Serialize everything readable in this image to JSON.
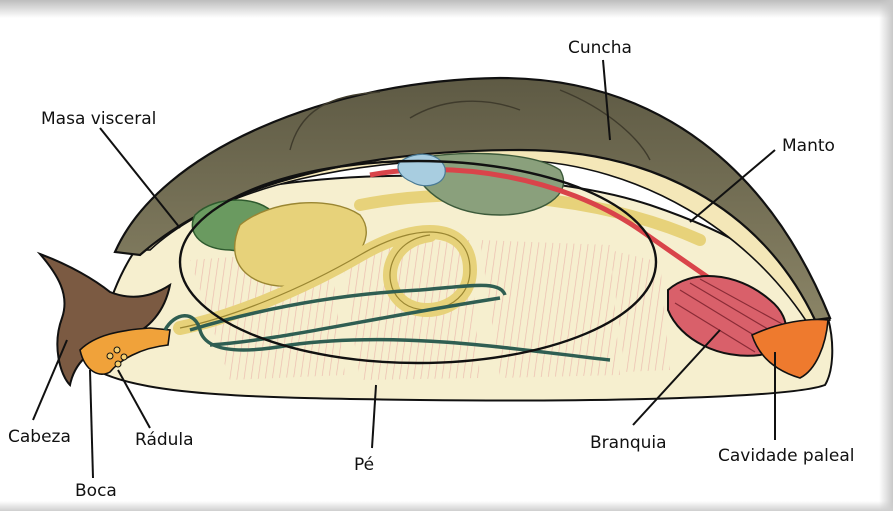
{
  "labels": {
    "cuncha": "Cuncha",
    "masa_visceral": "Masa visceral",
    "manto": "Manto",
    "cabeza": "Cabeza",
    "radula": "Rádula",
    "boca": "Boca",
    "pe": "Pé",
    "branquia": "Branquia",
    "cavidade_paleal": "Cavidade paleal"
  },
  "colors": {
    "shell": "#6f6a52",
    "foot": "#f7f0d2",
    "head": "#7b5a42",
    "gland": "#e6cf6a",
    "gill": "#d9606a",
    "outline": "#111111"
  }
}
